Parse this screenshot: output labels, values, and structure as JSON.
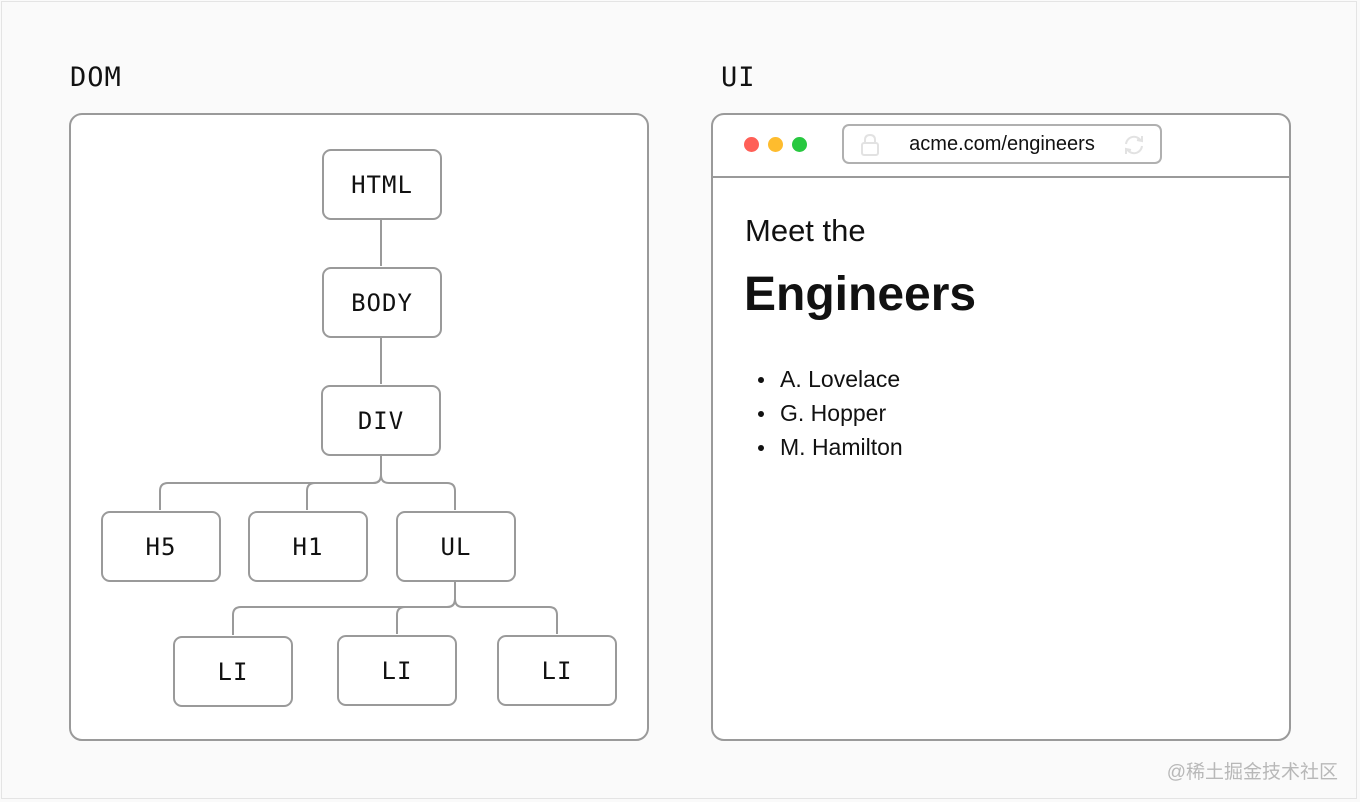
{
  "dom": {
    "heading": "DOM",
    "nodes": {
      "html": "HTML",
      "body": "BODY",
      "div": "DIV",
      "h5": "H5",
      "h1": "H1",
      "ul": "UL",
      "li_1": "LI",
      "li_2": "LI",
      "li_3": "LI"
    }
  },
  "ui": {
    "heading": "UI",
    "browser": {
      "url": "acme.com/engineers",
      "lock_icon": "lock-icon",
      "reload_icon": "reload-icon",
      "traffic_lights": {
        "close": "#ff5f57",
        "minimize": "#febc2e",
        "maximize": "#28c840"
      }
    },
    "page": {
      "intro": "Meet the",
      "title": "Engineers",
      "list": [
        "A. Lovelace",
        "G. Hopper",
        "M. Hamilton"
      ]
    }
  },
  "watermark": "@稀土掘金技术社区",
  "colors": {
    "border": "#9a9a9a",
    "background": "#fafafa",
    "text": "#111111"
  }
}
